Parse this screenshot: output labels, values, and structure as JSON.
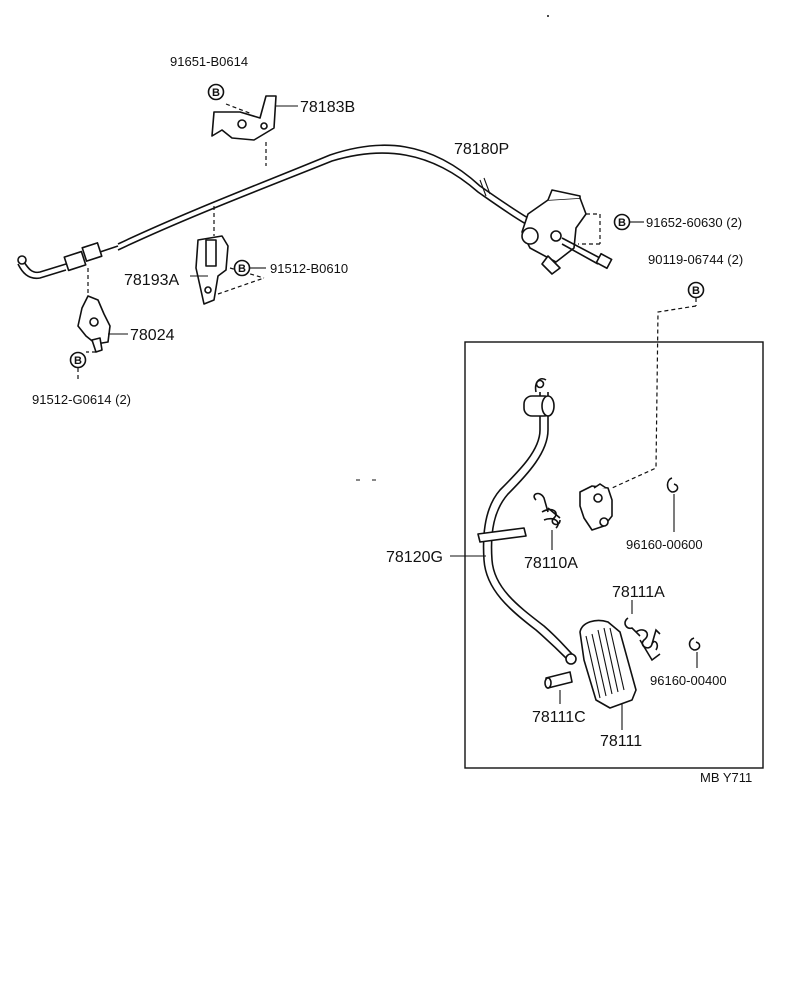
{
  "labels": {
    "p91651": "91651-B0614",
    "p78183B": "78183B",
    "p78180P": "78180P",
    "p91652": "91652-60630 (2)",
    "p90119": "90119-06744 (2)",
    "p78193A": "78193A",
    "p91512b": "91512-B0610",
    "p78024": "78024",
    "p91512g": "91512-G0614 (2)",
    "p78120G": "78120G",
    "p78110A": "78110A",
    "p96160_600": "96160-00600",
    "p78111A": "78111A",
    "p96160_400": "96160-00400",
    "p78111C": "78111C",
    "p78111": "78111",
    "ref": "MB Y711"
  },
  "bolt_symbol": "B",
  "icons": [
    "bolt-marker-icon",
    "cable-icon",
    "bracket-icon",
    "pedal-icon",
    "spring-icon",
    "clip-icon"
  ]
}
